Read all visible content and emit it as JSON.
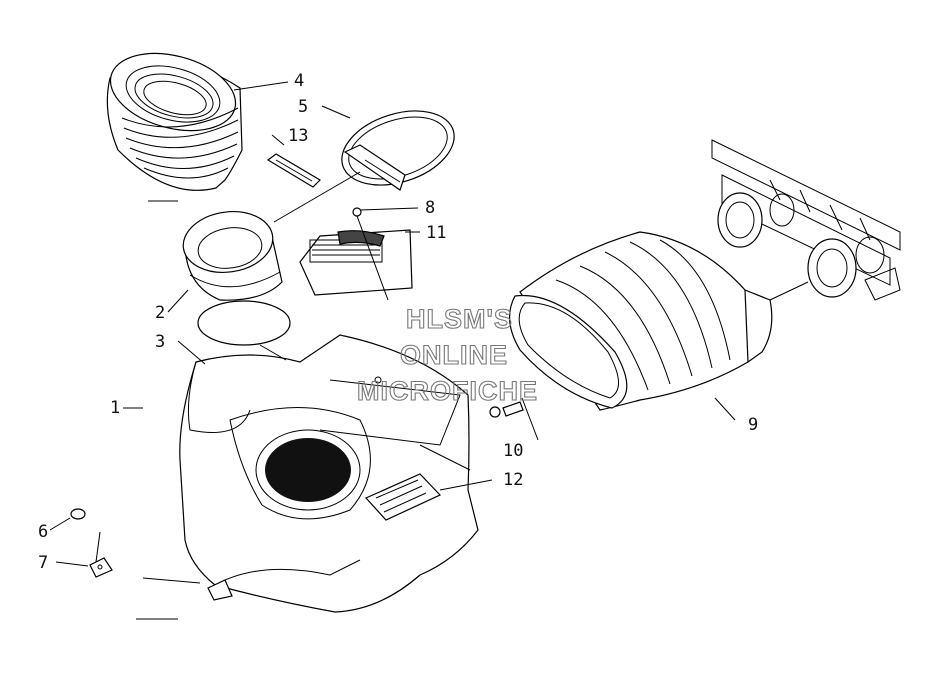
{
  "diagram": {
    "callouts": [
      {
        "id": "c1",
        "text": "1"
      },
      {
        "id": "c2",
        "text": "2"
      },
      {
        "id": "c3",
        "text": "3"
      },
      {
        "id": "c4",
        "text": "4"
      },
      {
        "id": "c5",
        "text": "5"
      },
      {
        "id": "c6",
        "text": "6"
      },
      {
        "id": "c7",
        "text": "7"
      },
      {
        "id": "c8",
        "text": "8"
      },
      {
        "id": "c9",
        "text": "9"
      },
      {
        "id": "c10",
        "text": "10"
      },
      {
        "id": "c11",
        "text": "11"
      },
      {
        "id": "c12",
        "text": "12"
      },
      {
        "id": "c13",
        "text": "13"
      }
    ],
    "watermark": [
      "HLSM'S",
      "ONLINE",
      "MICROFICHE"
    ]
  }
}
